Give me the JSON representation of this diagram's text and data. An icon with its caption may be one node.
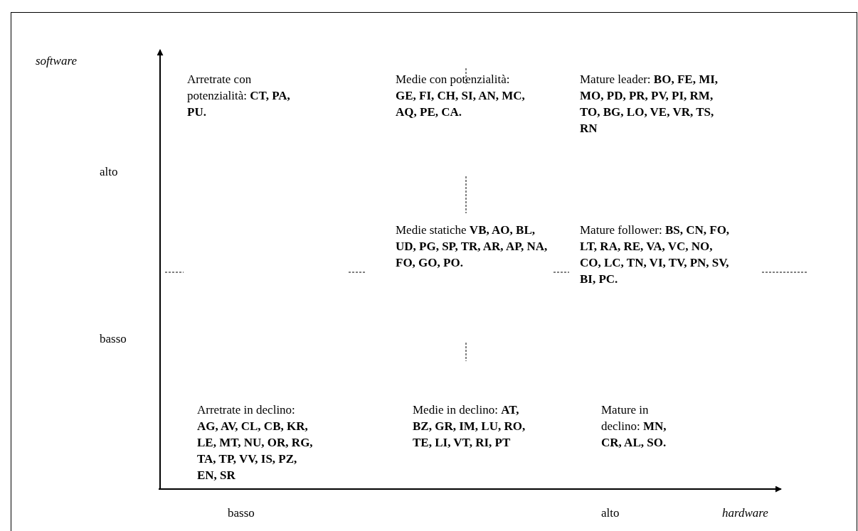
{
  "diagram": {
    "labels": [
      "software",
      "Arretrate con potenzialità: **CT, PA, PU.**",
      "Medie con potenzialità: **GE, FI, CH, SI, AN, MC, AQ, PE, CA.**",
      "Mature leader: **BO, FE, MI, MO, PD, PR, PV, PI, RM, TO, BG, LO, VE, VR, TS, RN**",
      "alto",
      "Medie statiche **VB, AO, BL, UD, PG, SP, TR, AR, AP, NA, FO, GO, PO.**",
      "Mature follower: **BS, CN, FO, LT, RA, RE, VA, VC, NO, CO, LC, TN, VI, TV, PN, SV, BI, PC.**",
      "Arretrate in declino: **AG, AV, CL, CB, KR, LE, MT, NU, OR, RG, TA, TP, VV, IS, PZ, EN, SR**",
      "Medie in declino: **AT, BZ, GR, IM, LU, RO, TE, LI, VT, RI, PT**",
      "Mature in declino: **MN, CR, AL, SO.**",
      "basso",
      "basso",
      "alto",
      "hardware"
    ]
  }
}
